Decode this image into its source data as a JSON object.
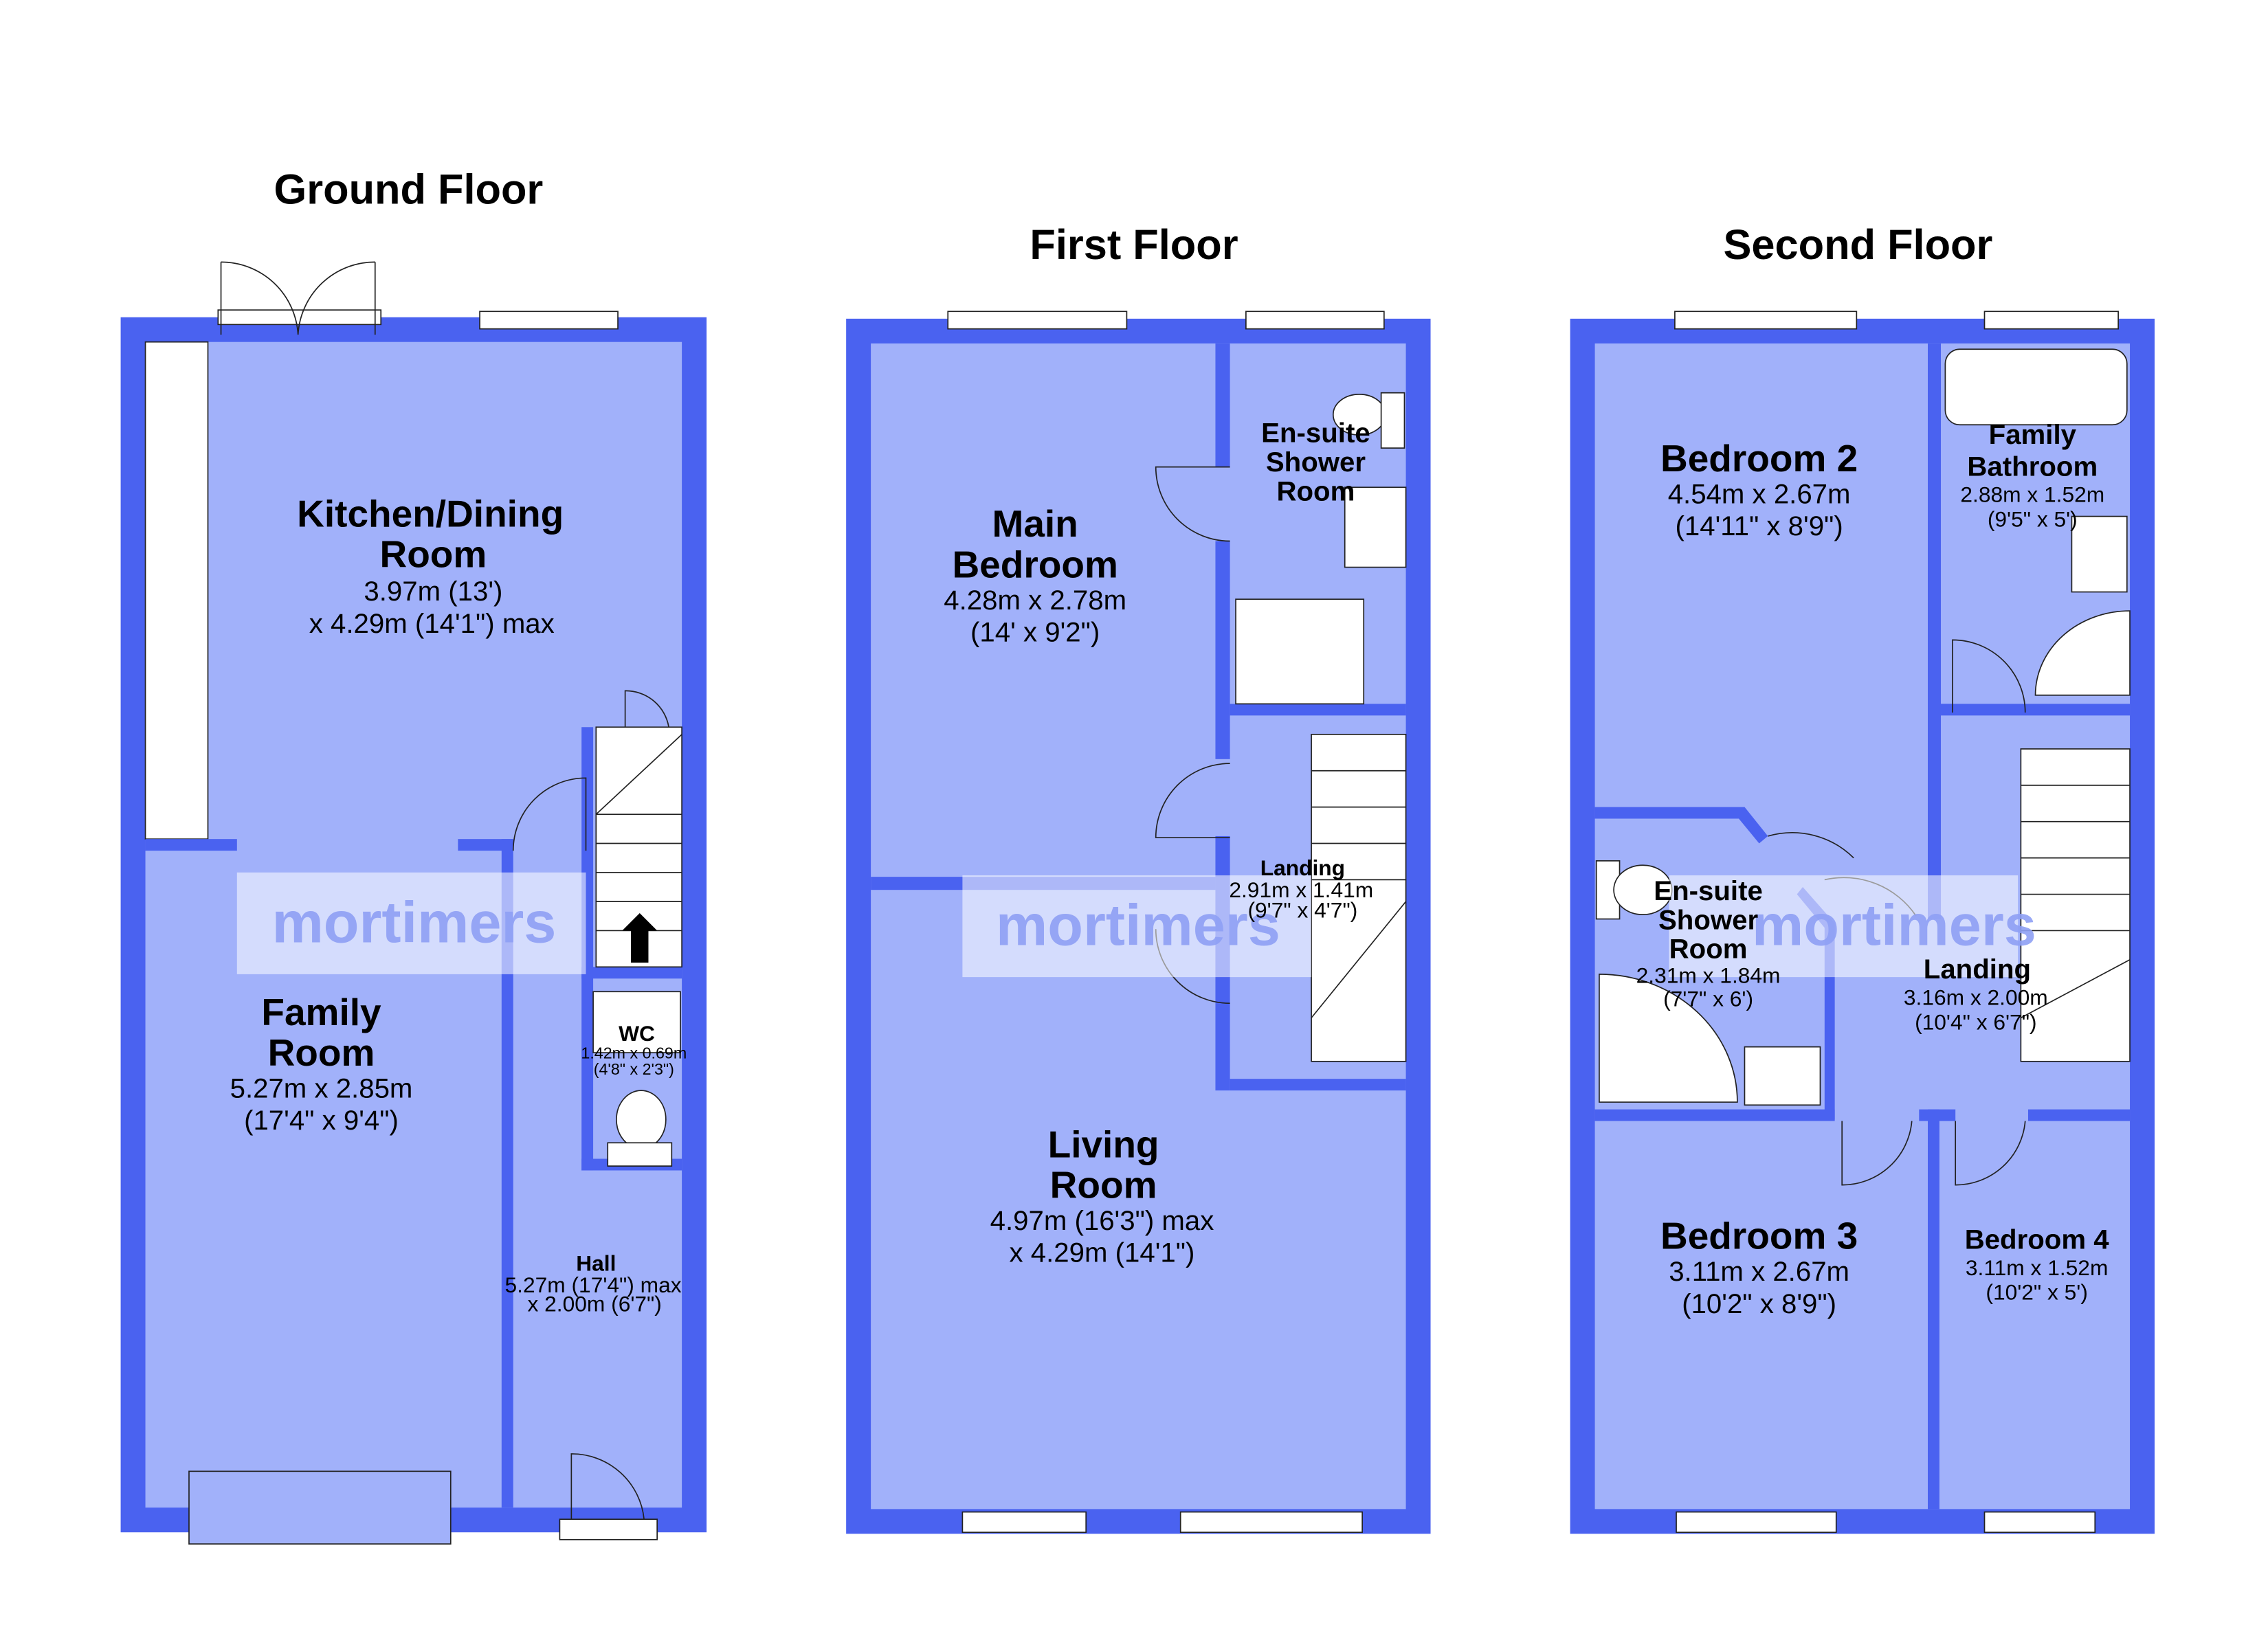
{
  "floors": {
    "ground": {
      "title": "Ground Floor",
      "kitchen": {
        "name1": "Kitchen/Dining",
        "name2": "Room",
        "dim1": "3.97m (13')",
        "dim2": "x 4.29m (14'1\") max"
      },
      "family": {
        "name1": "Family",
        "name2": "Room",
        "dim1": "5.27m x 2.85m",
        "dim2": "(17'4\" x 9'4\")"
      },
      "wc": {
        "name": "WC",
        "dim1": "1.42m x 0.69m",
        "dim2": "(4'8\" x 2'3\")"
      },
      "hall": {
        "name": "Hall",
        "dim1": "5.27m (17'4\") max",
        "dim2": "x 2.00m (6'7\")"
      }
    },
    "first": {
      "title": "First Floor",
      "main_bedroom": {
        "name1": "Main",
        "name2": "Bedroom",
        "dim1": "4.28m x 2.78m",
        "dim2": "(14' x 9'2\")"
      },
      "ensuite": {
        "name1": "En-suite",
        "name2": "Shower",
        "name3": "Room"
      },
      "landing": {
        "name": "Landing",
        "dim1": "2.91m x 1.41m",
        "dim2": "(9'7\" x 4'7\")"
      },
      "living": {
        "name1": "Living",
        "name2": "Room",
        "dim1": "4.97m (16'3\") max",
        "dim2": "x 4.29m (14'1\")"
      }
    },
    "second": {
      "title": "Second Floor",
      "bedroom2": {
        "name": "Bedroom 2",
        "dim1": "4.54m x 2.67m",
        "dim2": "(14'11\" x 8'9\")"
      },
      "bathroom": {
        "name1": "Family",
        "name2": "Bathroom",
        "dim1": "2.88m x 1.52m",
        "dim2": "(9'5\" x 5')"
      },
      "ensuite": {
        "name1": "En-suite",
        "name2": "Shower",
        "name3": "Room",
        "dim1": "2.31m x 1.84m",
        "dim2": "(7'7\" x 6')"
      },
      "landing": {
        "name": "Landing",
        "dim1": "3.16m x 2.00m",
        "dim2": "(10'4\" x 6'7\")"
      },
      "bedroom3": {
        "name": "Bedroom 3",
        "dim1": "3.11m x 2.67m",
        "dim2": "(10'2\" x 8'9\")"
      },
      "bedroom4": {
        "name": "Bedroom 4",
        "dim1": "3.11m x 1.52m",
        "dim2": "(10'2\" x 5')"
      }
    }
  },
  "watermark": "mortimers",
  "colors": {
    "wall": "#4a62f0",
    "room": "#a1b1fa"
  }
}
